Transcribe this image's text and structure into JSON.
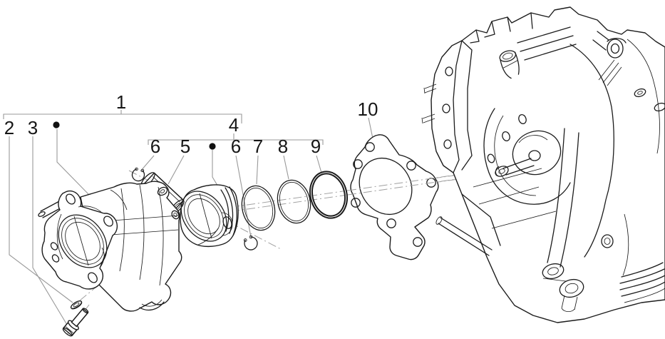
{
  "diagram": {
    "type": "exploded-parts-line-diagram",
    "callouts": [
      {
        "label": "1"
      },
      {
        "label": "2"
      },
      {
        "label": "3"
      },
      {
        "label": "4"
      },
      {
        "label": "5"
      },
      {
        "label": "6"
      },
      {
        "label": "6"
      },
      {
        "label": "7"
      },
      {
        "label": "8"
      },
      {
        "label": "9"
      },
      {
        "label": "10"
      }
    ],
    "markers": {
      "bullet_glyph": "●",
      "bullet_count": 2
    },
    "colors": {
      "background": "#ffffff",
      "line_art": "#1c1c1c",
      "callout_text": "#161616",
      "leader_lines": "#999999",
      "axis_lines": "#a0a0a0"
    }
  }
}
